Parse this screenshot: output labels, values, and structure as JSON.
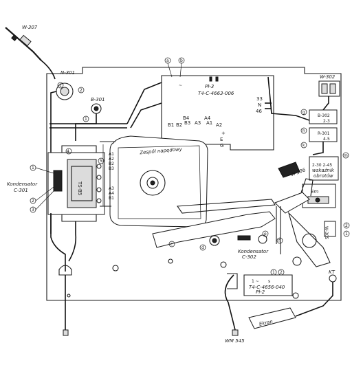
{
  "components": {
    "w307": "W-307",
    "n301": "N-301",
    "b301": "B-301",
    "capacitor_line1": "Kondensator",
    "capacitor_line2": "C-301",
    "ts_block": "TS-B5",
    "pl3": "Pł-3",
    "pl3_code": "T4-C-4663-006",
    "terminals_top": [
      "33",
      "N",
      "46"
    ],
    "terminals_bottom": [
      "B1",
      "B2",
      "B3",
      "A3",
      "A1",
      "A2"
    ],
    "terminals_b4": "B4",
    "terminals_a4": "A4",
    "terminals_side": [
      "+",
      "E",
      "G"
    ],
    "motor": "Zespół napędowy",
    "w302": "W-302",
    "b302": "B-302",
    "r301": "R-301",
    "em": "Em",
    "w306": "W-306",
    "indicator_line1": "wskaźnik",
    "indicator_line2": "obrotów",
    "indicator_nums": "2-30   2-45",
    "capacitor2_line1": "Kondensator",
    "capacitor2_line2": "C-302",
    "pl2": "Pł-2",
    "pl2_code": "T4-C-4656-040",
    "kt": "KT",
    "ekran": "Ekran",
    "wm545": "WM 545",
    "w305": "W-305"
  },
  "callouts": [
    "1",
    "2",
    "3",
    "4",
    "5",
    "a",
    "b",
    "c",
    "d",
    "e",
    "f",
    "g",
    "h",
    "k",
    "m"
  ],
  "colors": {
    "ink": "#1a1a1a",
    "paper": "#ffffff"
  }
}
